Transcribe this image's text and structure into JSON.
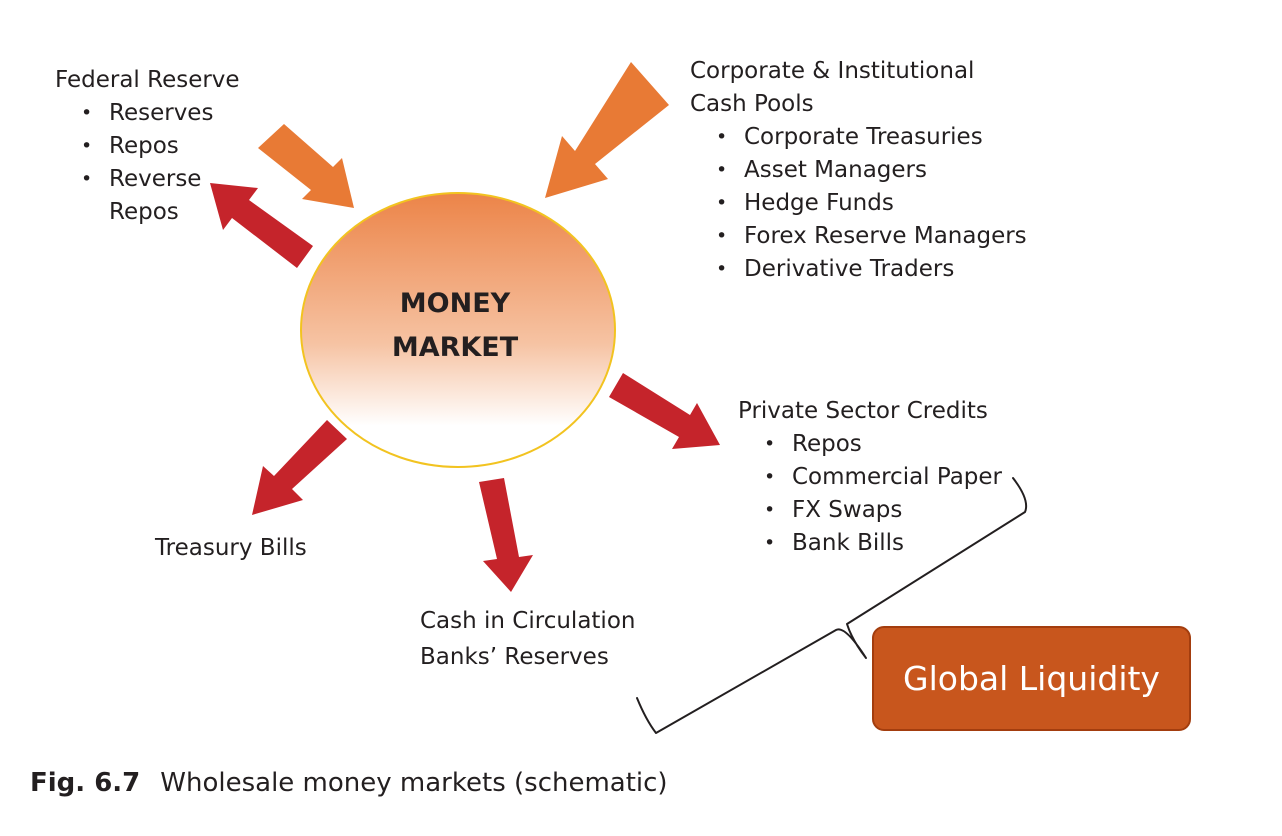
{
  "center": {
    "label_line1": "MONEY",
    "label_line2": "MARKET"
  },
  "federal_reserve": {
    "heading": "Federal Reserve",
    "items": [
      "Reserves",
      "Repos",
      "Reverse",
      "Repos"
    ]
  },
  "corporate_pools": {
    "heading_line1": "Corporate & Institutional",
    "heading_line2": "Cash Pools",
    "items": [
      "Corporate Treasuries",
      "Asset Managers",
      "Hedge Funds",
      "Forex Reserve Managers",
      "Derivative Traders"
    ]
  },
  "private_sector": {
    "heading": "Private Sector Credits",
    "items": [
      "Repos",
      "Commercial Paper",
      "FX Swaps",
      "Bank Bills"
    ]
  },
  "treasury": {
    "label": "Treasury Bills"
  },
  "cash": {
    "line1": "Cash in Circulation",
    "line2": "Banks’ Reserves"
  },
  "global_liquidity": {
    "label": "Global Liquidity"
  },
  "caption": {
    "fig_number": "Fig. 6.7",
    "text": "Wholesale money markets (schematic)"
  },
  "colors": {
    "inflow_arrow": "#e87a35",
    "outflow_arrow": "#c5242b",
    "circle_top": "#ec8448",
    "circle_bottom": "#ffffff",
    "circle_border": "#f2c320",
    "global_box": "#c8561d"
  }
}
